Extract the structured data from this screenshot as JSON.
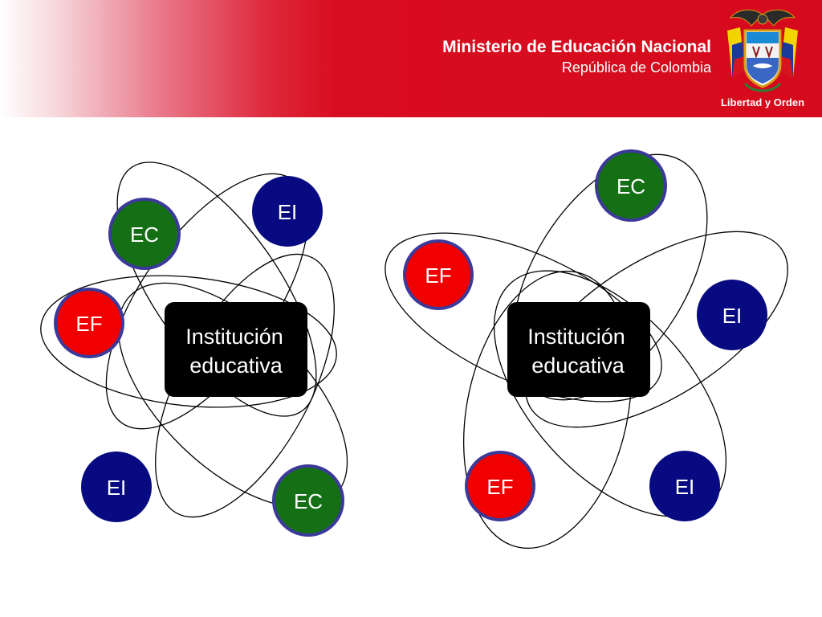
{
  "header": {
    "title": "Ministerio de Educación Nacional",
    "subtitle": "República de Colombia",
    "motto": "Libertad y Orden"
  },
  "colors": {
    "header_red": "#d50a1c",
    "ec_green": "#157015",
    "ef_red": "#f00000",
    "ei_navy": "#070a80",
    "ring": "#3b3a9a",
    "center_box": "#000000"
  },
  "diagrams": [
    {
      "center": [
        "Institución",
        "educativa"
      ],
      "nodes": [
        {
          "label": "EI",
          "type": "EI"
        },
        {
          "label": "EC",
          "type": "EC"
        },
        {
          "label": "EF",
          "type": "EF"
        },
        {
          "label": "EI",
          "type": "EI"
        },
        {
          "label": "EC",
          "type": "EC"
        }
      ]
    },
    {
      "center": [
        "Institución",
        "educativa"
      ],
      "nodes": [
        {
          "label": "EC",
          "type": "EC"
        },
        {
          "label": "EF",
          "type": "EF"
        },
        {
          "label": "EI",
          "type": "EI"
        },
        {
          "label": "EF",
          "type": "EF"
        },
        {
          "label": "EI",
          "type": "EI"
        }
      ]
    }
  ]
}
